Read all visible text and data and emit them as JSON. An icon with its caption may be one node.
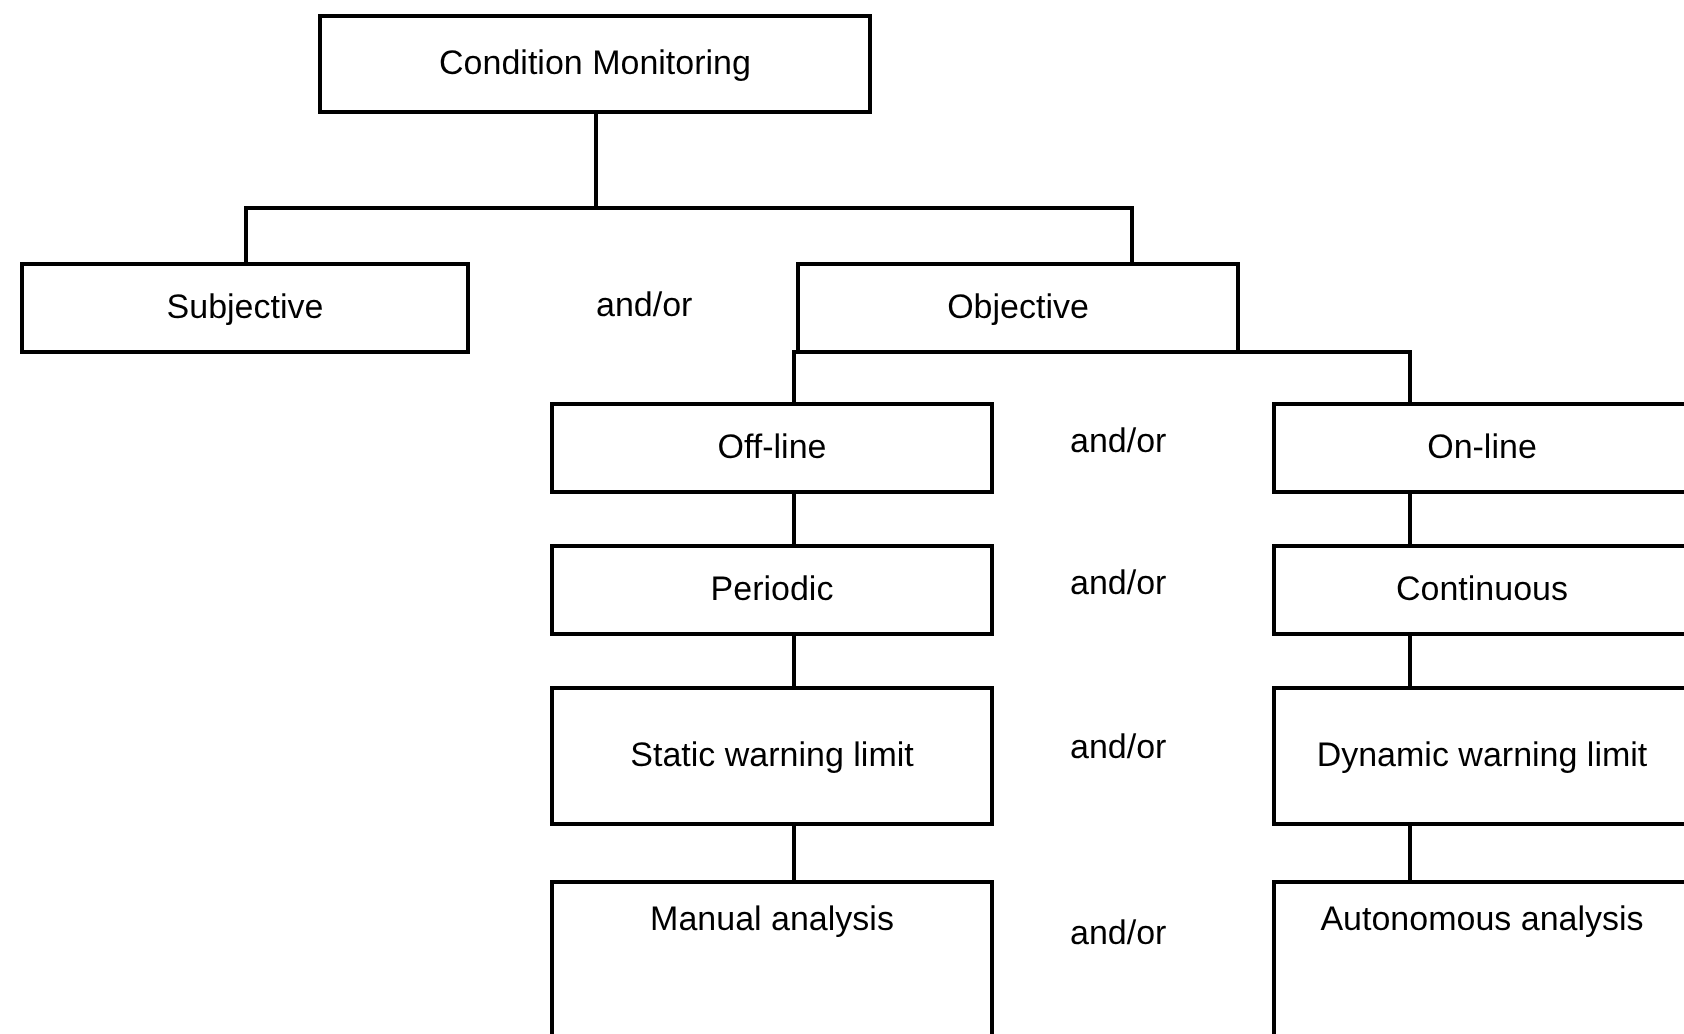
{
  "diagram": {
    "nodes": [
      {
        "text": [
          "Condition Monitoring"
        ]
      },
      {
        "text": [
          "Subjective"
        ]
      },
      {
        "text": [
          "Objective"
        ]
      },
      {
        "text": [
          "Off-line"
        ]
      },
      {
        "text": [
          "On-line"
        ]
      },
      {
        "text": [
          "Periodic"
        ]
      },
      {
        "text": [
          "Continuous"
        ]
      },
      {
        "text": [
          "Static warning limit"
        ]
      },
      {
        "text": [
          "Dynamic warning limit"
        ]
      },
      {
        "text": [
          "Manual analysis"
        ]
      },
      {
        "text": [
          "Autonomous analysis"
        ]
      }
    ],
    "edges": [
      {
        "from": 0,
        "to": 1,
        "arrow": "none"
      },
      {
        "from": 0,
        "to": 2,
        "arrow": "none"
      },
      {
        "from": 2,
        "to": 3,
        "arrow": "none"
      },
      {
        "from": 2,
        "to": 4,
        "arrow": "none"
      },
      {
        "from": 3,
        "to": 5,
        "arrow": "none"
      },
      {
        "from": 5,
        "to": 7,
        "arrow": "none"
      },
      {
        "from": 7,
        "to": 9,
        "arrow": "none"
      },
      {
        "from": 4,
        "to": 6,
        "arrow": "none"
      },
      {
        "from": 6,
        "to": 8,
        "arrow": "none"
      },
      {
        "from": 8,
        "to": 10,
        "arrow": "none"
      }
    ],
    "labels": [
      "and/or",
      "and/or",
      "and/or",
      "and/or",
      "and/or"
    ]
  }
}
